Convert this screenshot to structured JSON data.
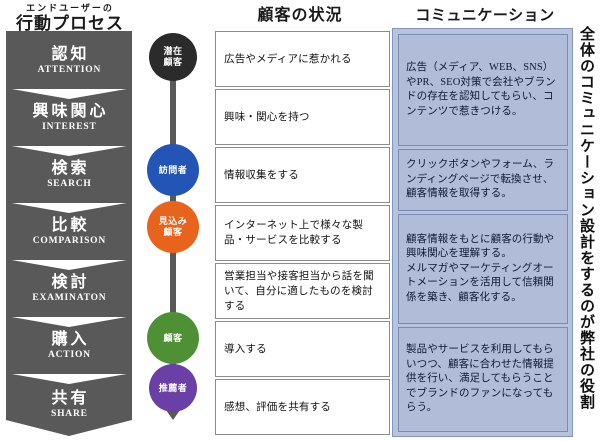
{
  "headers": {
    "left_sub": "エンドユーザーの",
    "left_main": "行動プロセス",
    "middle": "顧客の状況",
    "right": "コミュニケーション"
  },
  "funnel": {
    "color": "#595959",
    "stages": [
      {
        "jp": "認知",
        "en": "ATTENTION"
      },
      {
        "jp": "興味関心",
        "en": "INTEREST"
      },
      {
        "jp": "検索",
        "en": "SEARCH"
      },
      {
        "jp": "比較",
        "en": "COMPARISON"
      },
      {
        "jp": "検討",
        "en": "EXAMINATON"
      },
      {
        "jp": "購入",
        "en": "ACTION"
      },
      {
        "jp": "共有",
        "en": "SHARE"
      }
    ]
  },
  "spine": {
    "line_color": "#595959",
    "circles": [
      {
        "line1": "潜在",
        "line2": "顧客",
        "color": "#2b2b2b"
      },
      {
        "line1": "訪問者",
        "line2": "",
        "color": "#2255b5"
      },
      {
        "line1": "見込み",
        "line2": "顧客",
        "color": "#e8641c"
      },
      {
        "line1": "顧客",
        "line2": "",
        "color": "#4e9134"
      },
      {
        "line1": "推薦者",
        "line2": "",
        "color": "#6b3fa8"
      }
    ]
  },
  "customer_status": {
    "boxes": [
      "広告やメディアに惹かれる",
      "興味・関心を持つ",
      "情報収集をする",
      "インターネット上で様々な製品・サービスを比較する",
      "営業担当や接客担当から話を聞いて、自分に適したものを検討する",
      "導入する",
      "感想、評価を共有する"
    ]
  },
  "communication": {
    "panel_color": "#b7c3dd",
    "box_color": "#b0bcd8",
    "boxes": [
      "広告（メディア、WEB、SNS）やPR、SEO対策で会社やブランドの存在を認知してもらい、コンテンツで惹きつける。",
      "クリックボタンやフォーム、ランディングページで転換させ、顧客情報を取得する。",
      "顧客情報をもとに顧客の行動や興味関心を理解する。\nメルマガやマーケティングオートメーションを活用して信頼関係を築き、顧客化する。",
      "製品やサービスを利用してもらいつつ、顧客に合わせた情報提供を行い、満足してもらうことでブランドのファンになってもらう。"
    ]
  },
  "vertical_note": "全体のコミュニケーション設計をするのが弊社の役割"
}
